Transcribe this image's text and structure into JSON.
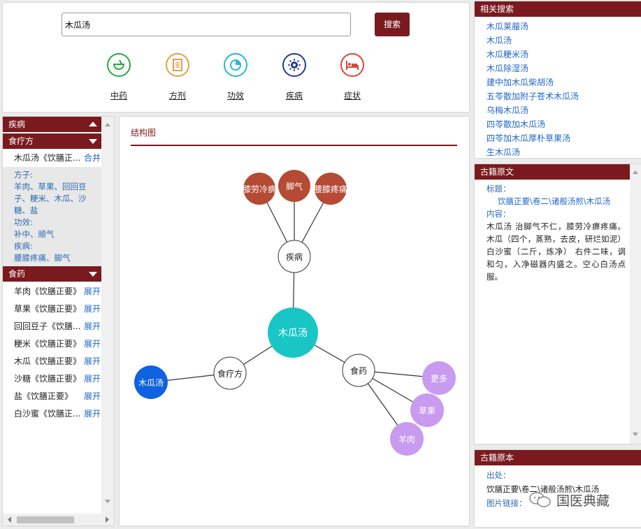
{
  "search": {
    "value": "木瓜汤",
    "button": "搜索"
  },
  "categories": [
    {
      "label": "中药",
      "icon": "mortar-icon",
      "color": "#28a745"
    },
    {
      "label": "方剂",
      "icon": "document-icon",
      "color": "#e0a046"
    },
    {
      "label": "功效",
      "icon": "pie-chart-icon",
      "color": "#29b6d6"
    },
    {
      "label": "疾病",
      "icon": "virus-icon",
      "color": "#243a8c"
    },
    {
      "label": "症状",
      "icon": "bed-icon",
      "color": "#d9463a"
    }
  ],
  "sidebar": {
    "disease_header": "疾病",
    "formula_header": "食疗方",
    "formula_item": {
      "name": "木瓜汤《饮膳正...",
      "action": "合并"
    },
    "detail": {
      "k1": "方子:",
      "v1": "羊肉、草果、回回豆子、粳米、木瓜、沙糖、盐",
      "k2": "功效:",
      "v2": "补中、顺气",
      "k3": "疾病:",
      "v3": "腰膝疼痛、脚气"
    },
    "herb_header": "食药",
    "herbs": [
      {
        "name": "羊肉《饮膳正要》",
        "action": "展开"
      },
      {
        "name": "草果《饮膳正要》",
        "action": "展开"
      },
      {
        "name": "回回豆子《饮膳...",
        "action": "展开"
      },
      {
        "name": "粳米《饮膳正要》",
        "action": "展开"
      },
      {
        "name": "木瓜《饮膳正要》",
        "action": "展开"
      },
      {
        "name": "沙糖《饮膳正要》",
        "action": "展开"
      },
      {
        "name": "盐《饮膳正要》",
        "action": "展开"
      },
      {
        "name": "白沙蜜《饮膳正...",
        "action": "展开"
      }
    ]
  },
  "graph": {
    "title": "结构图",
    "nodes": {
      "center": "木瓜汤",
      "disease": "疾病",
      "formula": "食疗方",
      "herb": "食药",
      "d1": "膝劳冷痹",
      "d2": "脚气",
      "d3": "腰膝疼痛",
      "f1": "木瓜汤",
      "h1": "更多",
      "h2": "草果",
      "h3": "羊肉"
    },
    "colors": {
      "center": "#19c6c6",
      "disease_leaf": "#b54a35",
      "formula_leaf": "#0f63e0",
      "herb_leaf": "#c89af0"
    }
  },
  "related": {
    "header": "相关搜索",
    "items": [
      "木瓜莱菔汤",
      "木瓜汤",
      "木瓜粳米汤",
      "木瓜除湿汤",
      "建中加木瓜柴胡汤",
      "五苓散加附子苍术木瓜汤",
      "乌梅木瓜汤",
      "四苓散加木瓜汤",
      "四苓加木瓜厚朴草果汤",
      "生木瓜汤"
    ]
  },
  "ancient_text": {
    "header": "古籍原文",
    "title_key": "标题：",
    "title_val": "饮膳正要\\卷二\\诸般汤煎\\木瓜汤",
    "content_key": "内容：",
    "content": "木瓜汤 治脚气不仁，膝劳冷痹疼痛。木瓜（四个，蒸熟，去皮，研烂如泥）白沙蜜（二斤，炼净） 右件二味，调和匀，入净磁器内盛之。空心白汤点服。"
  },
  "ancient_book": {
    "header": "古籍原本",
    "source_key": "出处：",
    "source_val": "饮膳正要\\卷二\\诸般汤煎\\木瓜汤",
    "image_key": "图片链接："
  },
  "watermark": "国医典藏"
}
